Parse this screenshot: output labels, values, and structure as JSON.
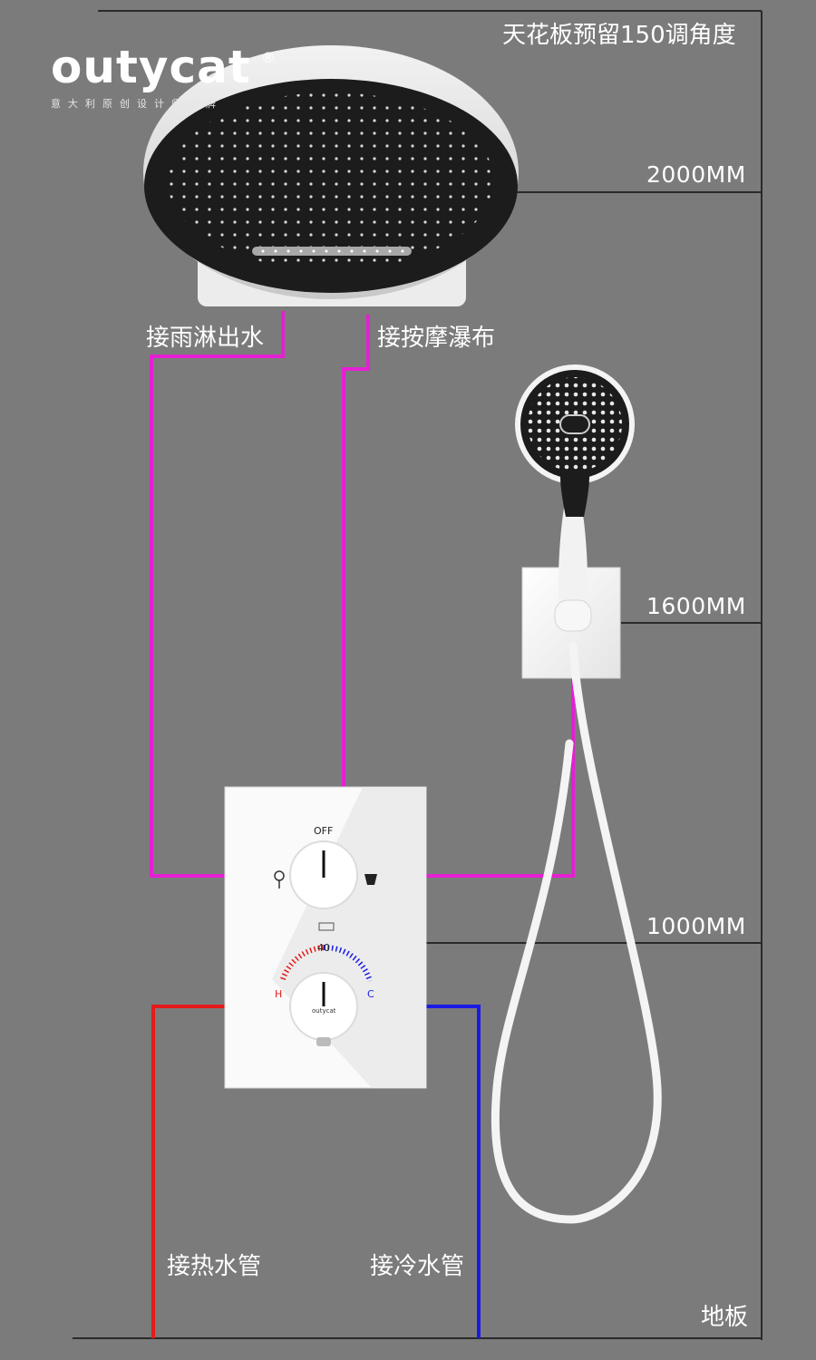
{
  "brand": {
    "name": "outycat",
    "registered": "®",
    "tagline": "意大利原创设计师品牌"
  },
  "labels": {
    "ceiling_note": "天花板预留150调角度",
    "rain_outlet": "接雨淋出水",
    "massage_waterfall": "接按摩瀑布",
    "hot_water_pipe": "接热水管",
    "cold_water_pipe": "接冷水管",
    "floor": "地板"
  },
  "heights": {
    "top": "2000MM",
    "mid": "1600MM",
    "low": "1000MM"
  },
  "valve": {
    "off_label": "OFF",
    "temp_value": "40",
    "hot_mark": "H",
    "cold_mark": "C",
    "logo": "outycat"
  },
  "colors": {
    "background": "#7b7b7b",
    "outlet_pipe": "#e61fd4",
    "hot_pipe": "#e51a1a",
    "cold_pipe": "#1a1ae6",
    "guide_line": "#2a2a2a"
  },
  "icons": [
    "shower-head-icon",
    "hand-shower-icon",
    "thermostatic-valve-icon",
    "rain-icon",
    "spray-icon"
  ]
}
